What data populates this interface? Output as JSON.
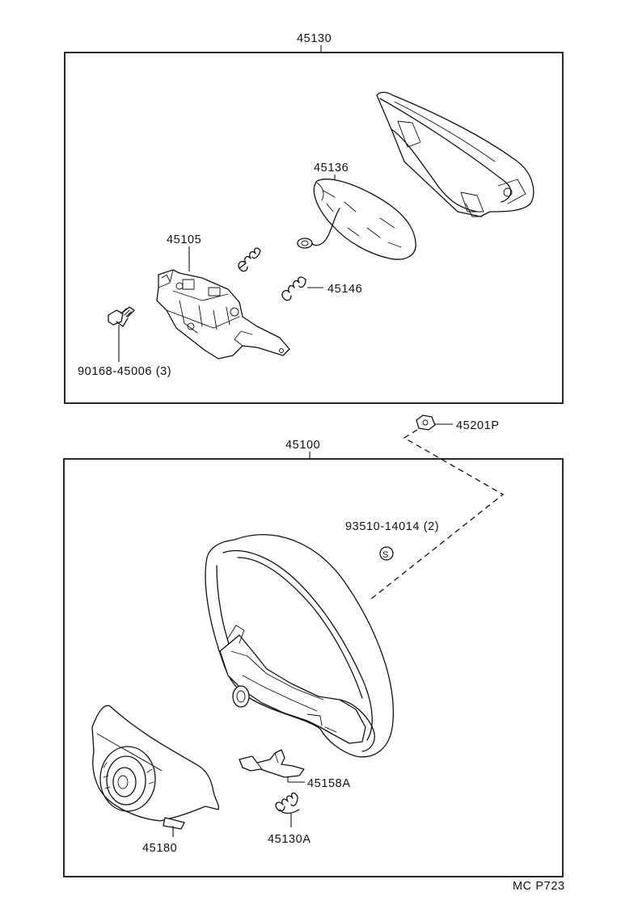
{
  "diagram": {
    "upper_assembly": {
      "label": "45130",
      "parts": {
        "cover": "45136",
        "horn_contact_plate": "45105",
        "spring": "45146",
        "bolt": "90168-45006 (3)"
      }
    },
    "lower_assembly": {
      "label": "45100",
      "parts": {
        "nut_spec": "93510-14014 (2)",
        "nut_symbol": "S",
        "lower_cover": "45180",
        "plate": "45158A",
        "spring": "45130A"
      }
    },
    "outside_part": "45201P",
    "page_code": "MC P723"
  }
}
